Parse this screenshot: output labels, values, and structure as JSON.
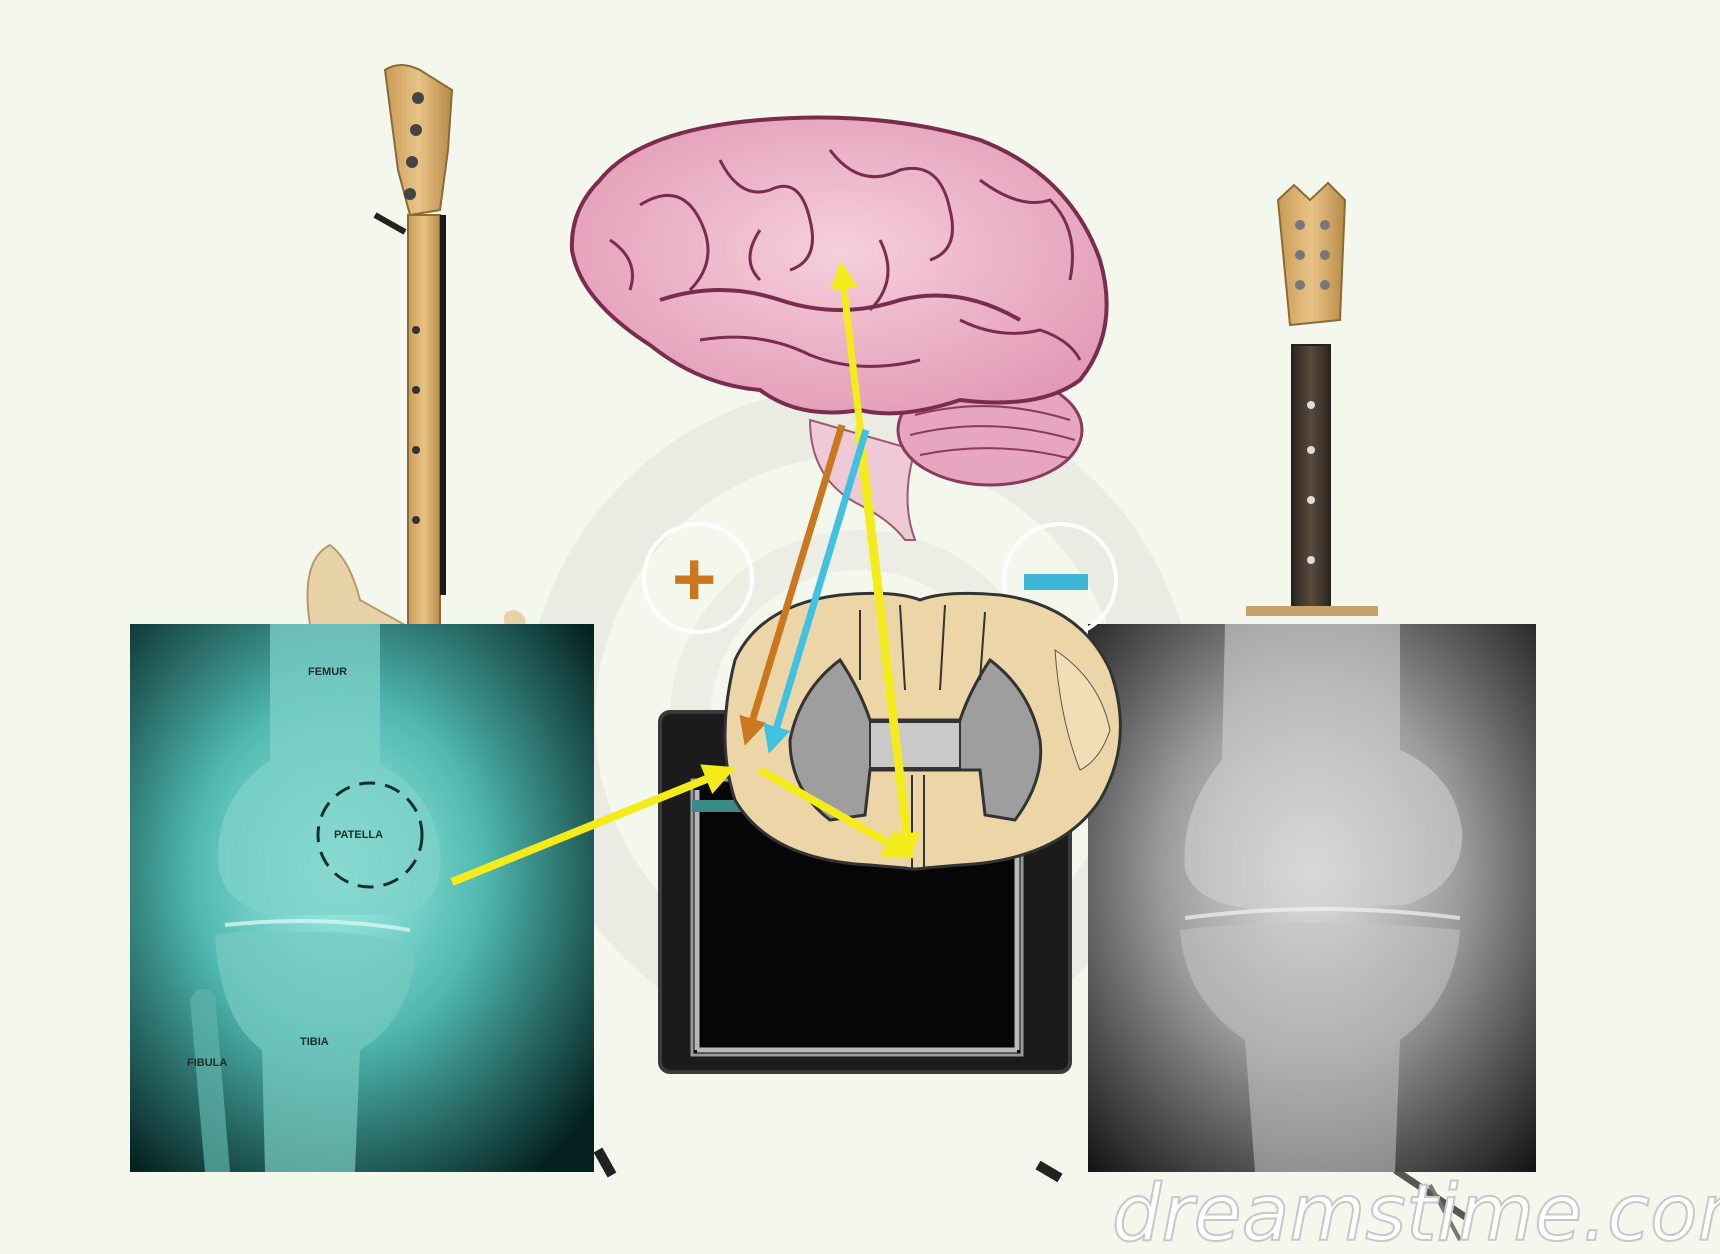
{
  "labels": {
    "femur": "FEMUR",
    "patella": "PATELLA",
    "tibia": "TIBIA",
    "fibula": "FIBULA"
  },
  "signs": {
    "plus": "+",
    "minus": "−"
  },
  "watermark": "dreamstime.com",
  "colors": {
    "background": "#f4f7ec",
    "arrow_yellow": "#f4ec1a",
    "arrow_orange": "#c9781e",
    "arrow_cyan": "#3fc2e0",
    "plus_sign": "#c9781e",
    "minus_sign": "#3fb6d8",
    "brain_pink": "#eeb8cc",
    "spinal_tan": "#ecd6a8",
    "xray_teal": "#4fb8b0"
  },
  "icons": {
    "left_guitar": "electric-guitar",
    "right_guitar": "guitar-neck",
    "amplifier": "guitar-amplifier",
    "brain": "brain-illustration",
    "spinal_cord": "spinal-cord-cross-section"
  }
}
